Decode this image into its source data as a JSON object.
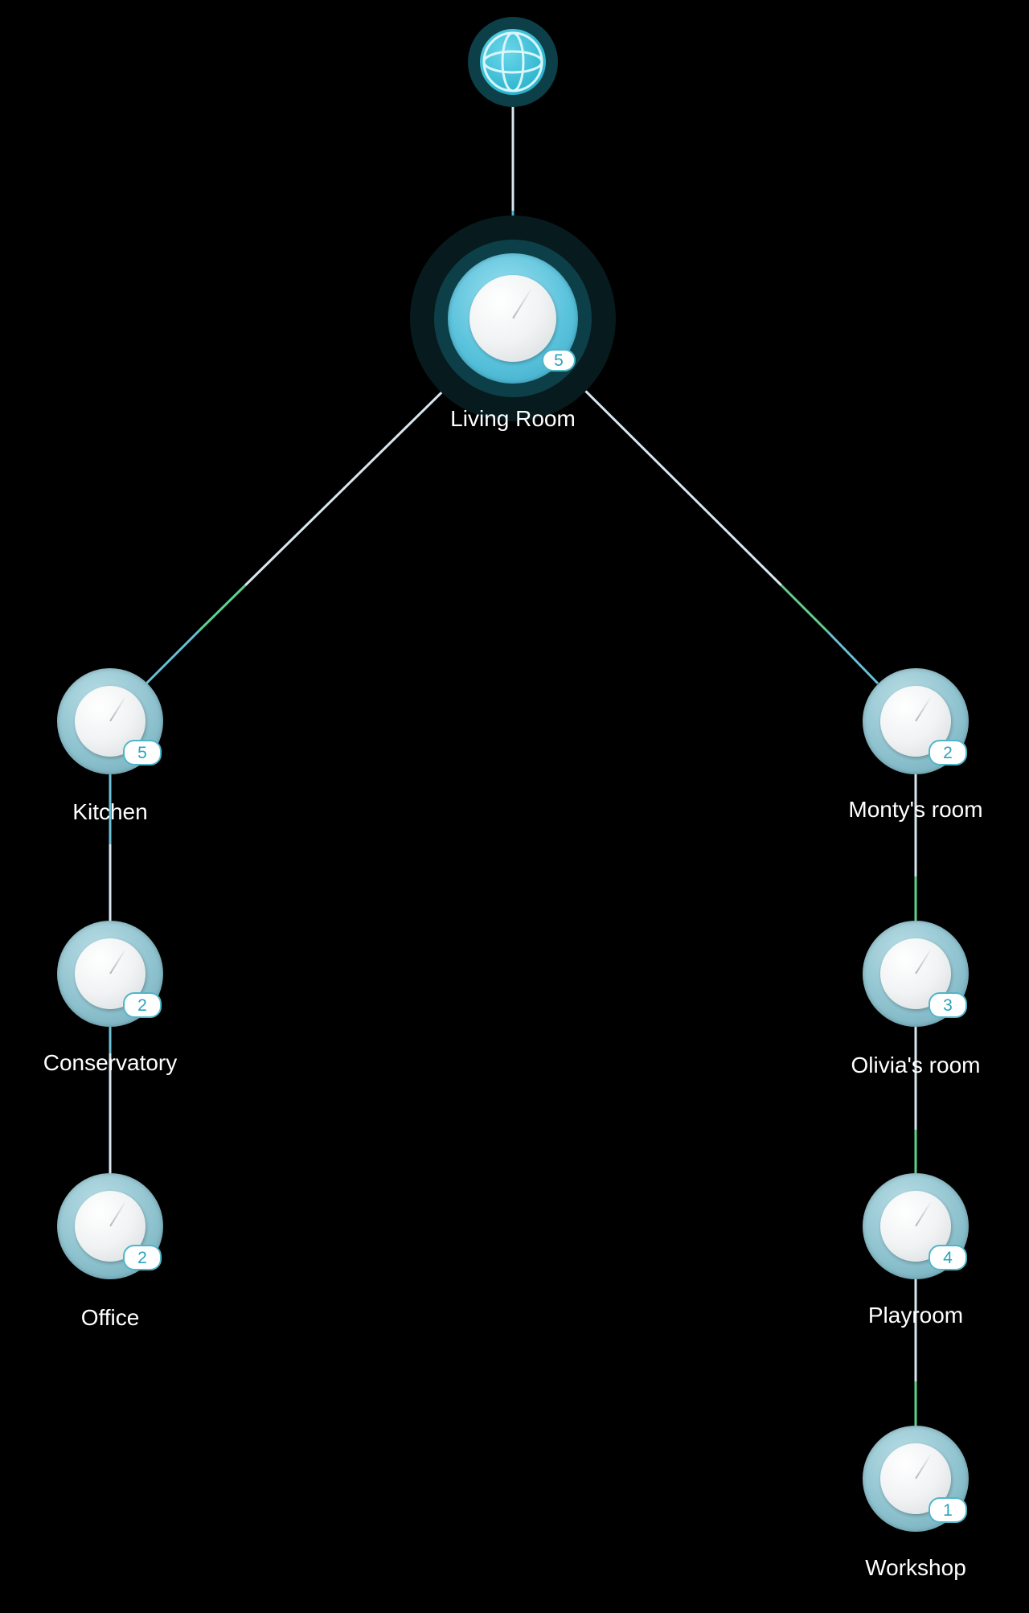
{
  "internet": {
    "icon": "globe-icon"
  },
  "colors": {
    "link": "#d9e6ef",
    "link_strong": "#5fd08a",
    "accent": "#2aa3bd"
  },
  "nodes": [
    {
      "id": "living-room",
      "name": "Living Room",
      "clients": "5",
      "role": "main"
    },
    {
      "id": "kitchen",
      "name": "Kitchen",
      "clients": "5",
      "role": "satellite"
    },
    {
      "id": "conservatory",
      "name": "Conservatory",
      "clients": "2",
      "role": "satellite"
    },
    {
      "id": "office",
      "name": "Office",
      "clients": "2",
      "role": "satellite"
    },
    {
      "id": "montys-room",
      "name": "Monty's room",
      "clients": "2",
      "role": "satellite"
    },
    {
      "id": "olivias-room",
      "name": "Olivia's room",
      "clients": "3",
      "role": "satellite"
    },
    {
      "id": "playroom",
      "name": "Playroom",
      "clients": "4",
      "role": "satellite"
    },
    {
      "id": "workshop",
      "name": "Workshop",
      "clients": "1",
      "role": "satellite"
    }
  ]
}
